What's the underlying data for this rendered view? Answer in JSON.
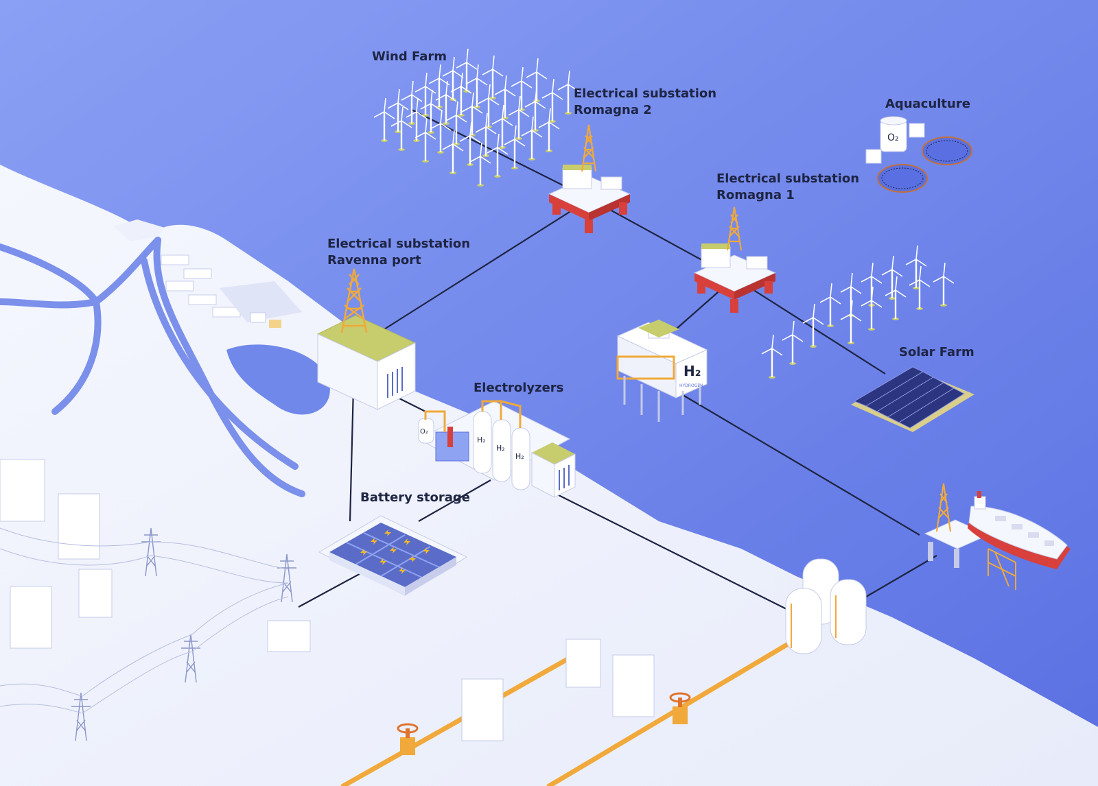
{
  "labels": {
    "wind_farm": "Wind Farm",
    "substation_romagna2": [
      "Electrical substation",
      "Romagna 2"
    ],
    "aquaculture": "Aquaculture",
    "substation_romagna1": [
      "Electrical substation",
      "Romagna 1"
    ],
    "substation_ravenna": [
      "Electrical substation",
      "Ravenna port"
    ],
    "solar_farm": "Solar Farm",
    "electrolyzers": "Electrolyzers",
    "battery_storage": "Battery storage"
  },
  "glyphs": {
    "h2": "H₂",
    "o2": "O₂",
    "tank_h2": "H₂",
    "hydrogen": "HYDROGEN"
  },
  "colors": {
    "sea": "#6a82ea",
    "land": "#eef1fb",
    "river": "#7b90ea",
    "cable": "#1e2442",
    "pipeline": "#f0a93a",
    "tower": "#f0a93a",
    "roof": "#c7cc6c",
    "battery_panel": "#5a6cc8",
    "bolt": "#f3b928",
    "platform_leg": "#d8403c"
  },
  "icons": [
    "wind-turbine-icon",
    "lattice-tower-icon",
    "oxygen-tank-icon",
    "net-pen-icon",
    "solar-panel-icon",
    "storage-tank-icon",
    "valve-icon",
    "pylon-icon",
    "ship-icon"
  ]
}
